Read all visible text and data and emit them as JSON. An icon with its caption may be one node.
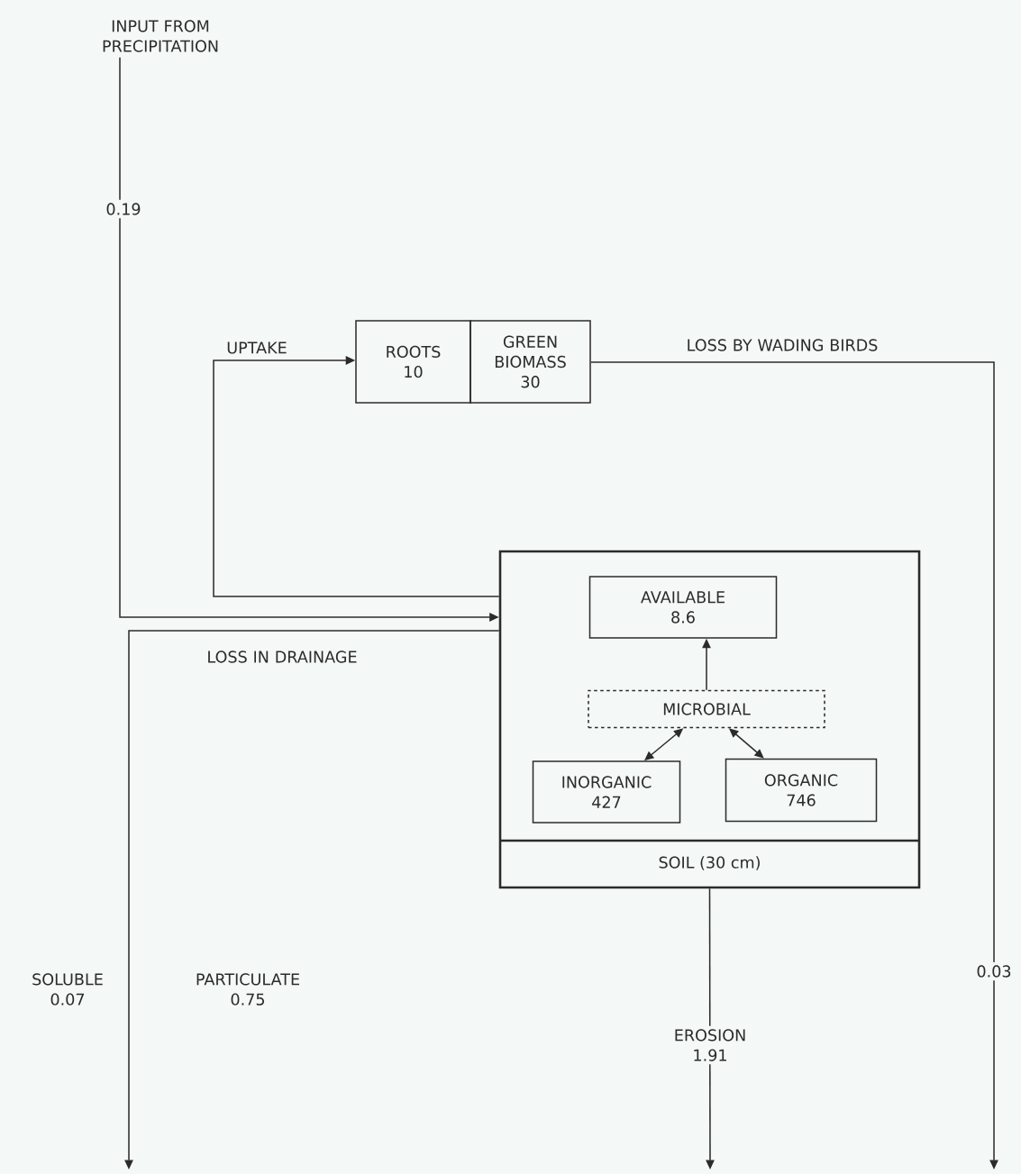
{
  "diagram": {
    "nodes": [
      {
        "text": [
          "INPUT FROM PRECIPITATION"
        ]
      },
      {
        "text": [
          "ROOTS",
          "10"
        ]
      },
      {
        "text": [
          "GREEN BIOMASS",
          "30"
        ]
      },
      {
        "text": [
          "SOIL (30 cm)"
        ]
      },
      {
        "text": [
          "AVAILABLE",
          "8.6"
        ],
        "in": 3
      },
      {
        "text": [
          "MICROBIAL"
        ],
        "in": 3
      },
      {
        "text": [
          "INORGANIC",
          "427"
        ],
        "in": 3
      },
      {
        "text": [
          "ORGANIC",
          "746"
        ],
        "in": 3
      }
    ],
    "edges": [
      {
        "from": 0,
        "to": 3,
        "arrow": "to",
        "label": "0.19"
      },
      {
        "from": 3,
        "to": 1,
        "arrow": "to",
        "label": "UPTAKE"
      },
      {
        "from": 2,
        "to": null,
        "arrow": "to",
        "label": "LOSS BY WADING BIRDS"
      },
      {
        "from": 3,
        "to": null,
        "arrow": "to",
        "label": "LOSS IN DRAINAGE"
      },
      {
        "from": 3,
        "to": null,
        "arrow": "to",
        "label": "EROSION 1.91"
      },
      {
        "from": 5,
        "to": 4,
        "arrow": "to"
      },
      {
        "from": 5,
        "to": 6,
        "arrow": "both"
      },
      {
        "from": 5,
        "to": 7,
        "arrow": "both"
      }
    ],
    "labels": [
      "0.03",
      "SOLUBLE 0.07",
      "PARTICULATE 0.75"
    ]
  }
}
